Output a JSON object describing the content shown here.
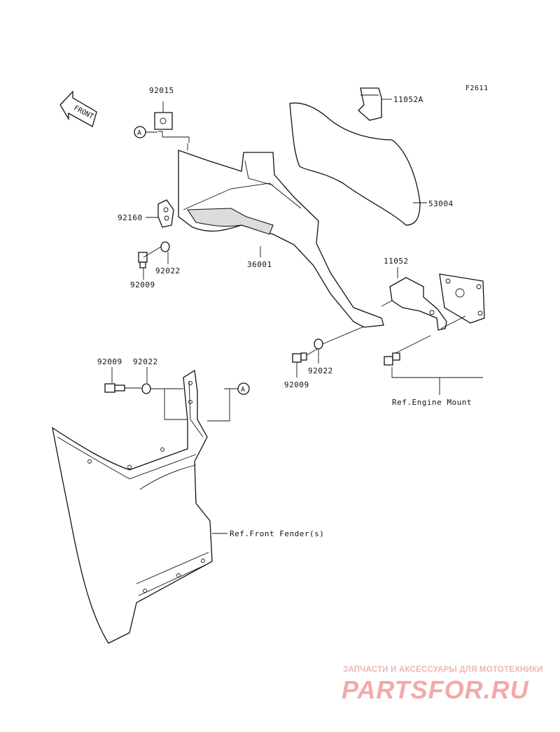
{
  "figure_code": "F2611",
  "front_arrow": {
    "label": "FRONT"
  },
  "callouts": {
    "p92015": "92015",
    "p11052A": "11052A",
    "p53004": "53004",
    "p92160": "92160",
    "p36001": "36001",
    "p92022_top": "92022",
    "p92009_top": "92009",
    "p11052": "11052",
    "p92022_mid": "92022",
    "p92009_mid": "92009",
    "p92009_low": "92009",
    "p92022_low": "92022",
    "ref_engine_mount": "Ref.Engine Mount",
    "ref_front_fender": "Ref.Front Fender(s)"
  },
  "connectors": {
    "a_top": "A",
    "a_low": "A"
  },
  "watermark": {
    "tagline": "ЗАПЧАСТИ И АКСЕССУАРЫ ДЛЯ МОТОТЕХНИКИ",
    "brand": "PARTSFOR.RU"
  }
}
